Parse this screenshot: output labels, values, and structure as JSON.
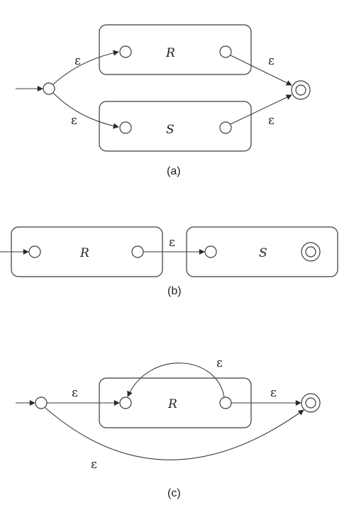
{
  "edge_label": "ε",
  "diagrams": [
    {
      "caption": "(a)",
      "boxes": [
        "R",
        "S"
      ]
    },
    {
      "caption": "(b)",
      "boxes": [
        "R",
        "S"
      ]
    },
    {
      "caption": "(c)",
      "boxes": [
        "R"
      ]
    }
  ]
}
